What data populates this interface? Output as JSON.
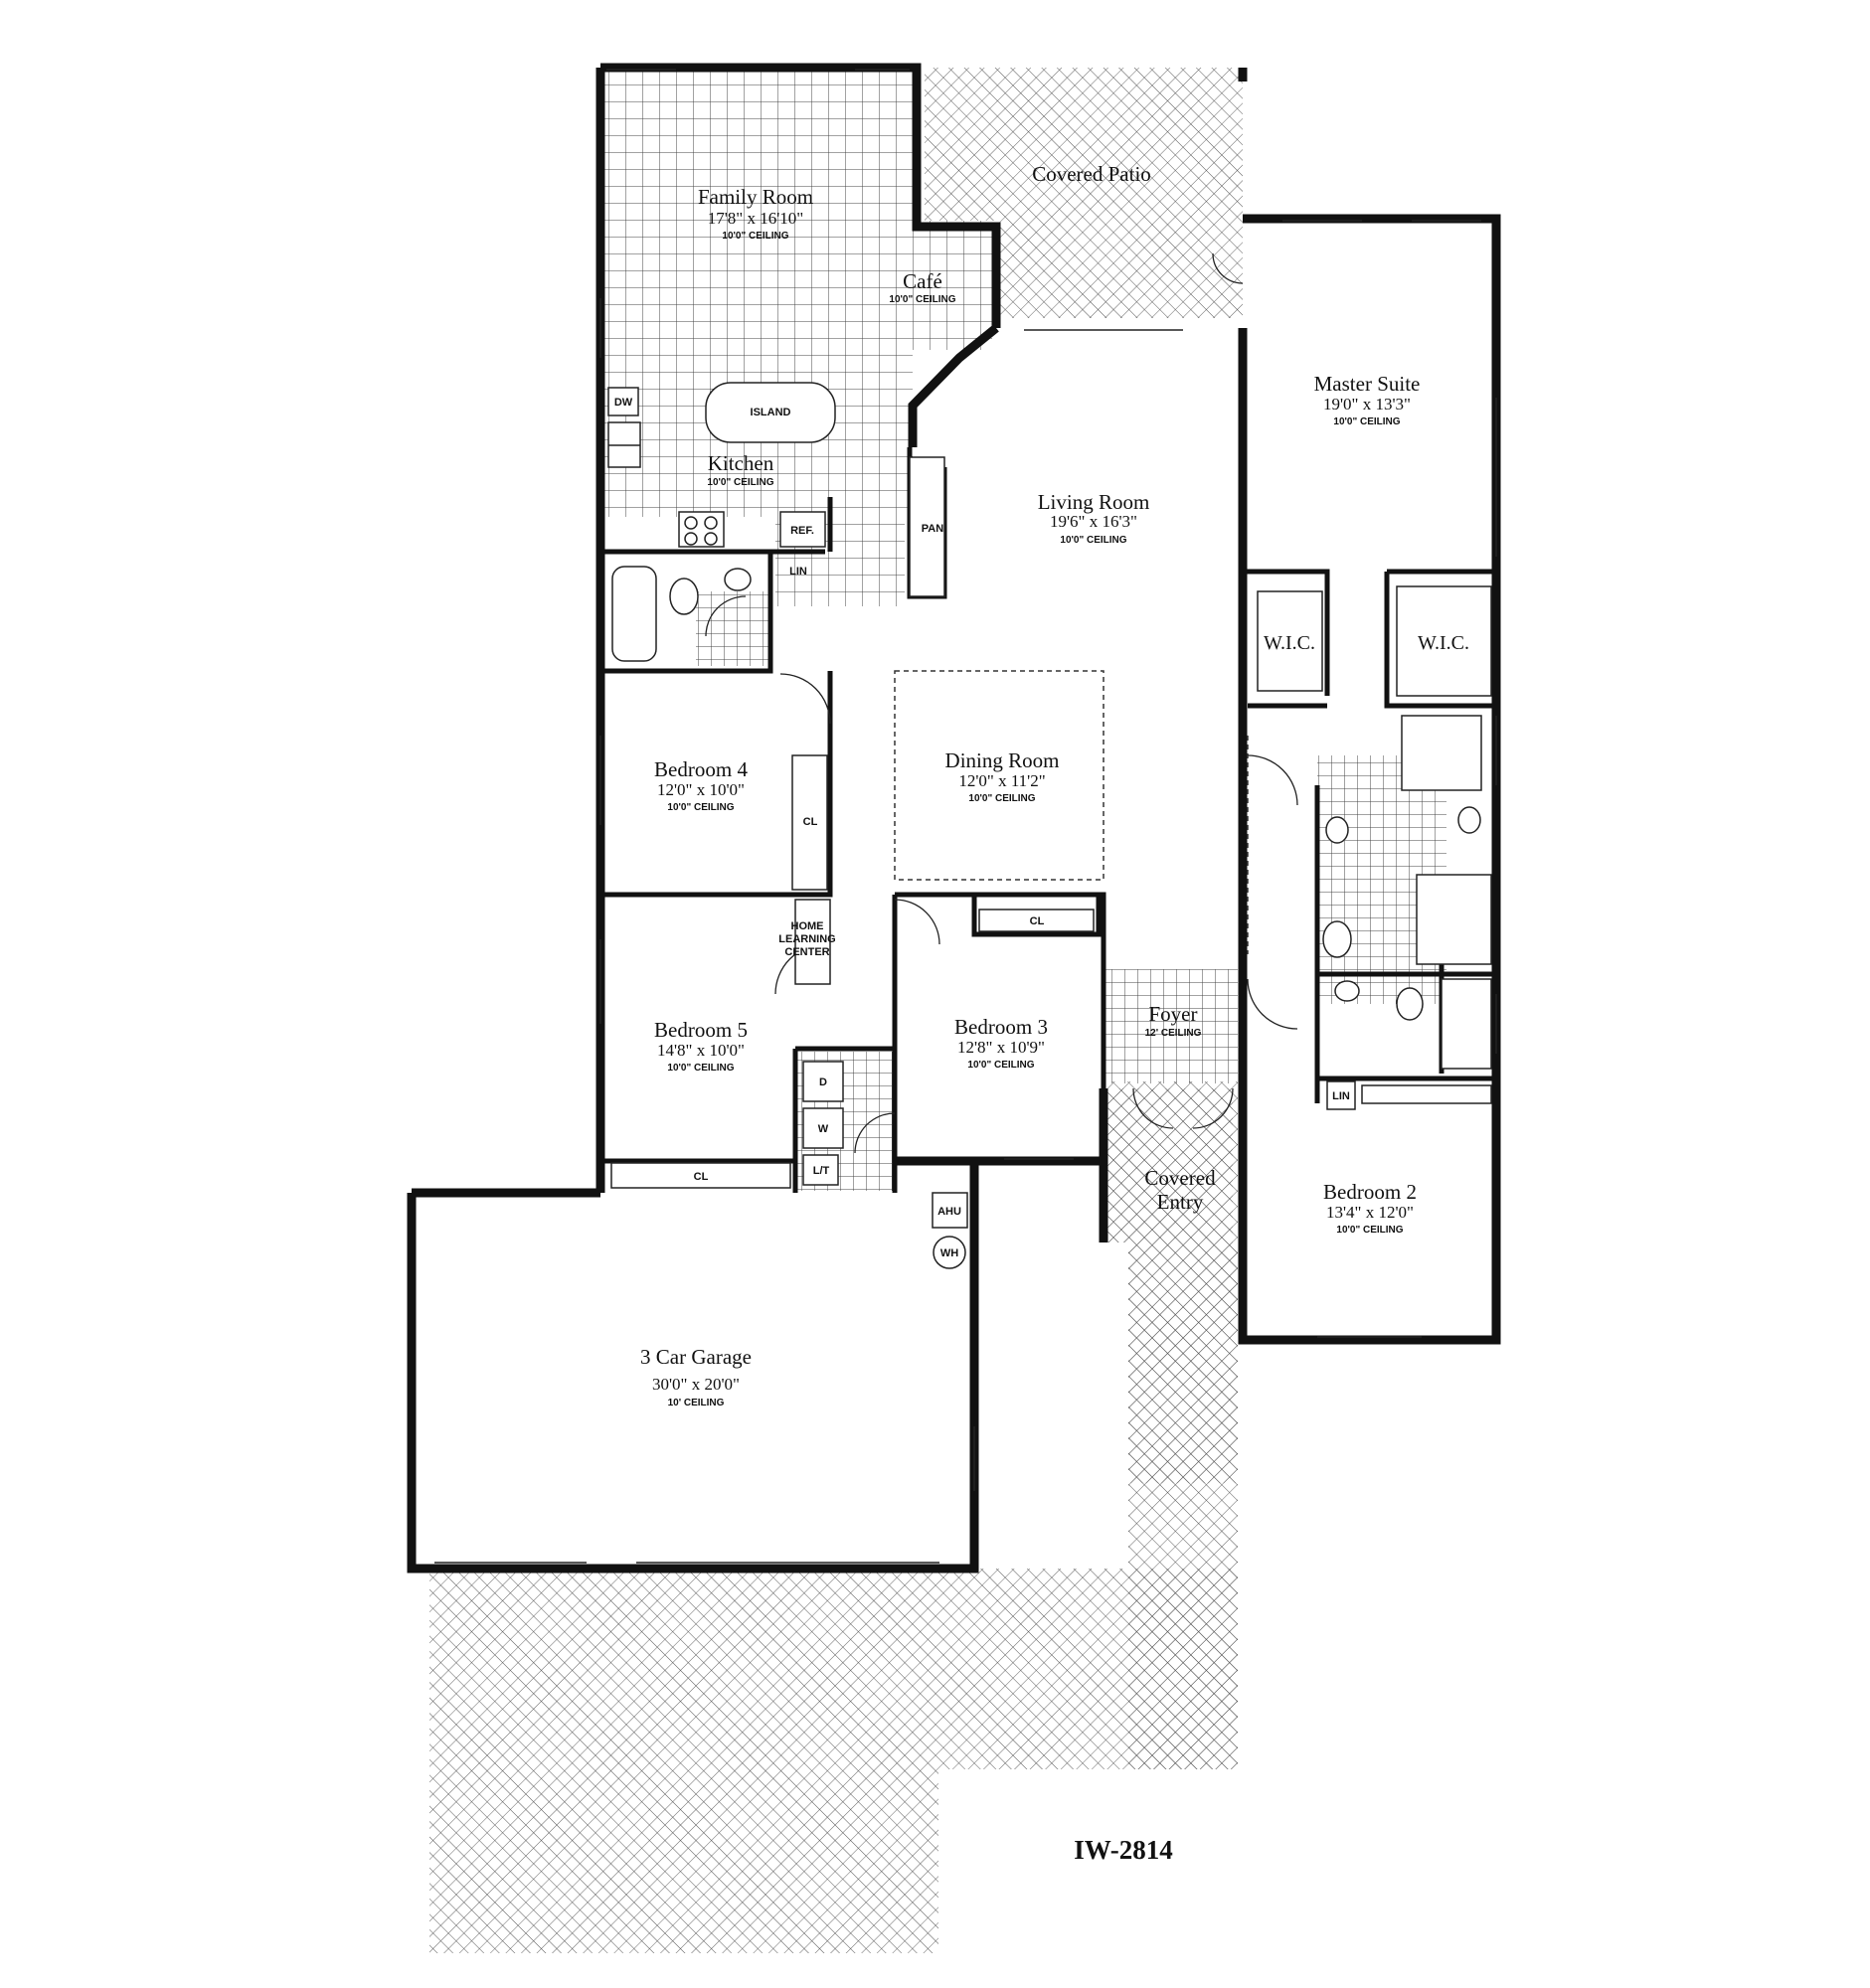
{
  "plan": {
    "model": "IW-2814",
    "rooms": {
      "family_room": {
        "name": "Family Room",
        "dims": "17'8\" x 16'10\"",
        "ceiling": "10'0\" CEILING"
      },
      "covered_patio": {
        "name": "Covered Patio"
      },
      "cafe": {
        "name": "Café",
        "ceiling": "10'0\" CEILING"
      },
      "kitchen": {
        "name": "Kitchen",
        "ceiling": "10'0\" CEILING"
      },
      "master_suite": {
        "name": "Master Suite",
        "dims": "19'0\" x 13'3\"",
        "ceiling": "10'0\" CEILING"
      },
      "living_room": {
        "name": "Living Room",
        "dims": "19'6\" x 16'3\"",
        "ceiling": "10'0\" CEILING"
      },
      "dining_room": {
        "name": "Dining Room",
        "dims": "12'0\" x 11'2\"",
        "ceiling": "10'0\" CEILING"
      },
      "bedroom_4": {
        "name": "Bedroom 4",
        "dims": "12'0\" x 10'0\"",
        "ceiling": "10'0\" CEILING"
      },
      "bedroom_5": {
        "name": "Bedroom 5",
        "dims": "14'8\" x 10'0\"",
        "ceiling": "10'0\" CEILING"
      },
      "bedroom_3": {
        "name": "Bedroom 3",
        "dims": "12'8\" x 10'9\"",
        "ceiling": "10'0\" CEILING"
      },
      "bedroom_2": {
        "name": "Bedroom 2",
        "dims": "13'4\" x 12'0\"",
        "ceiling": "10'0\" CEILING"
      },
      "foyer": {
        "name": "Foyer",
        "ceiling": "12' CEILING"
      },
      "covered_entry": {
        "name_line1": "Covered",
        "name_line2": "Entry"
      },
      "garage": {
        "name": "3 Car Garage",
        "dims": "30'0\" x 20'0\"",
        "ceiling": "10' CEILING"
      }
    },
    "fixtures": {
      "island": "ISLAND",
      "dishwasher": "DW",
      "refrigerator": "REF.",
      "linen": "LIN",
      "pantry": "PAN",
      "closet": "CL",
      "walk_in_closet": "W.I.C.",
      "home_learning_center_line1": "HOME",
      "home_learning_center_line2": "LEARNING",
      "home_learning_center_line3": "CENTER",
      "dryer": "D",
      "washer": "W",
      "laundry_tub": "L/T",
      "air_handler": "AHU",
      "water_heater": "WH"
    }
  }
}
